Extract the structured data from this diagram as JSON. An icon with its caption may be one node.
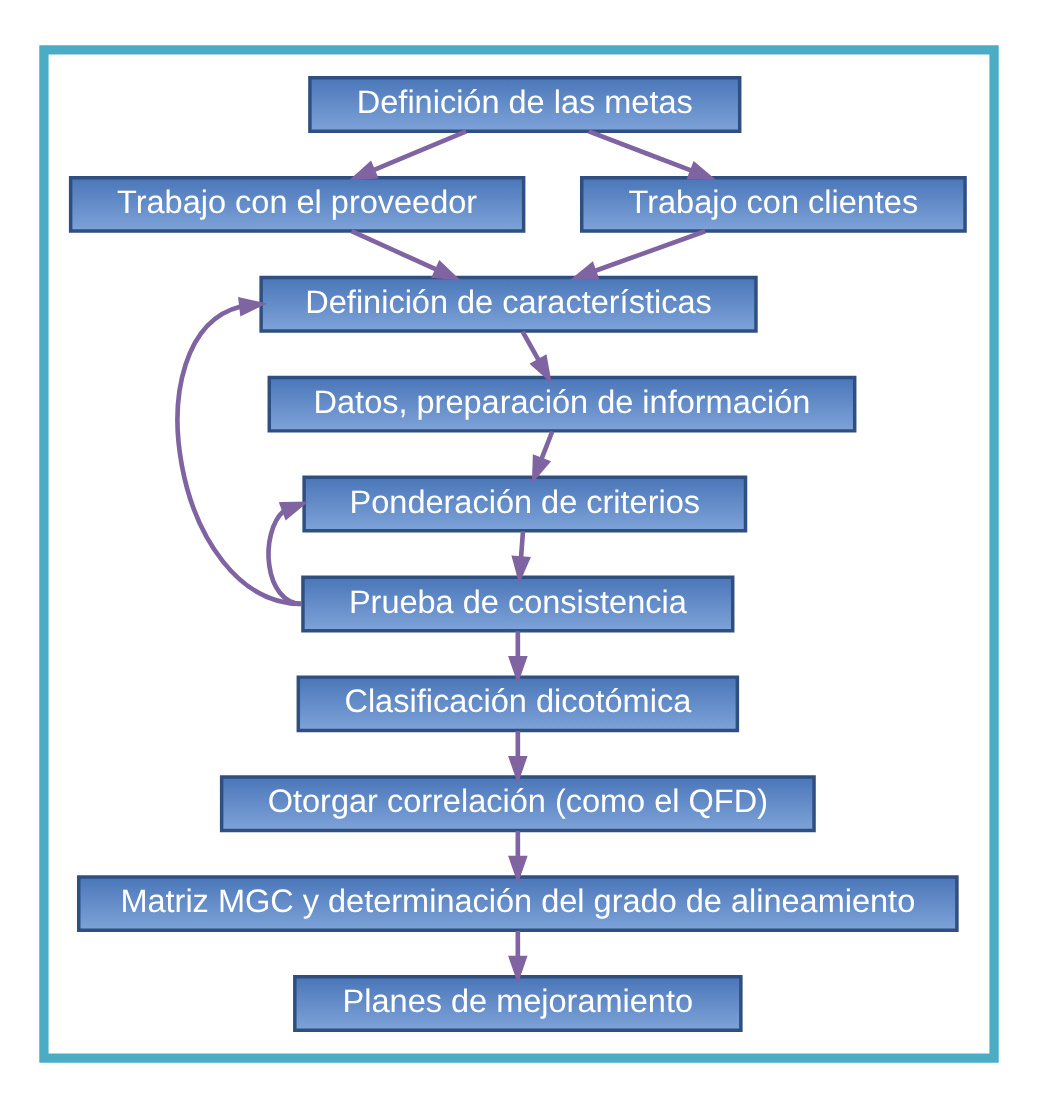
{
  "diagram": {
    "nodes": [
      {
        "text": [],
        "shape": "box"
      },
      {
        "text": [
          "Definición de las metas"
        ],
        "in": 0
      },
      {
        "text": [
          "Trabajo con el proveedor"
        ],
        "in": 0
      },
      {
        "text": [
          "Trabajo con clientes"
        ],
        "in": 0
      },
      {
        "text": [
          "Definición de características"
        ],
        "in": 0
      },
      {
        "text": [
          "Datos, preparación de información"
        ],
        "in": 0
      },
      {
        "text": [
          "Ponderación de criterios"
        ],
        "in": 0
      },
      {
        "text": [
          "Prueba de consistencia"
        ],
        "in": 0
      },
      {
        "text": [
          "Clasificación dicotómica"
        ],
        "in": 0
      },
      {
        "text": [
          "Otorgar correlación (como el QFD)"
        ],
        "in": 0
      },
      {
        "text": [
          "Matriz MGC y determinación del grado de alineamiento"
        ],
        "in": 0
      },
      {
        "text": [
          "Planes de mejoramiento"
        ],
        "in": 0
      }
    ],
    "edges": [
      {
        "from": 1,
        "to": 2,
        "arrow": "to"
      },
      {
        "from": 1,
        "to": 3,
        "arrow": "to"
      },
      {
        "from": 2,
        "to": 4,
        "arrow": "to"
      },
      {
        "from": 3,
        "to": 4,
        "arrow": "to"
      },
      {
        "from": 4,
        "to": 5,
        "arrow": "to"
      },
      {
        "from": 5,
        "to": 6,
        "arrow": "to"
      },
      {
        "from": 6,
        "to": 7,
        "arrow": "to"
      },
      {
        "from": 7,
        "to": 4,
        "arrow": "to"
      },
      {
        "from": 7,
        "to": 6,
        "arrow": "to"
      },
      {
        "from": 7,
        "to": 8,
        "arrow": "to"
      },
      {
        "from": 8,
        "to": 9,
        "arrow": "to"
      },
      {
        "from": 9,
        "to": 10,
        "arrow": "to"
      },
      {
        "from": 10,
        "to": 11,
        "arrow": "to"
      }
    ]
  }
}
